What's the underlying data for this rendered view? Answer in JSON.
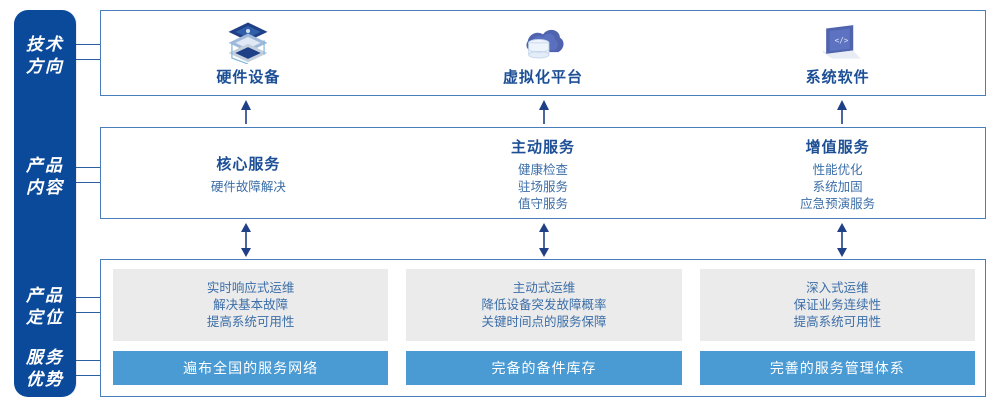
{
  "rail": {
    "labels": [
      {
        "name": "tech-direction",
        "text": "技术\n方向"
      },
      {
        "name": "product-content",
        "text": "产品\n内容"
      },
      {
        "name": "product-position",
        "text": "产品\n定位"
      },
      {
        "name": "service-advantage",
        "text": "服务\n优势"
      }
    ]
  },
  "colors": {
    "rail_bg": "#0b4a9b",
    "panel_border": "#4a7ebb",
    "heading_blue": "#1c4f96",
    "body_blue": "#3b6ea8",
    "card_gray": "#ebebeb",
    "bar_blue": "#4a9bd4",
    "arrow_blue": "#1f3f86"
  },
  "tech": {
    "columns": [
      {
        "icon": "server-stack-icon",
        "title": "硬件设备"
      },
      {
        "icon": "cloud-database-icon",
        "title": "虚拟化平台"
      },
      {
        "icon": "laptop-code-icon",
        "title": "系统软件"
      }
    ]
  },
  "content": {
    "columns": [
      {
        "heading": "核心服务",
        "items": [
          "硬件故障解决"
        ]
      },
      {
        "heading": "主动服务",
        "items": [
          "健康检查",
          "驻场服务",
          "值守服务"
        ]
      },
      {
        "heading": "增值服务",
        "items": [
          "性能优化",
          "系统加固",
          "应急预演服务"
        ]
      }
    ]
  },
  "positioning": {
    "cards": [
      {
        "lines": [
          "实时响应式运维",
          "解决基本故障",
          "提高系统可用性"
        ]
      },
      {
        "lines": [
          "主动式运维",
          "降低设备突发故障概率",
          "关键时间点的服务保障"
        ]
      },
      {
        "lines": [
          "深入式运维",
          "保证业务连续性",
          "提高系统可用性"
        ]
      }
    ]
  },
  "advantages": {
    "bars": [
      "遍布全国的服务网络",
      "完备的备件库存",
      "完善的服务管理体系"
    ]
  }
}
